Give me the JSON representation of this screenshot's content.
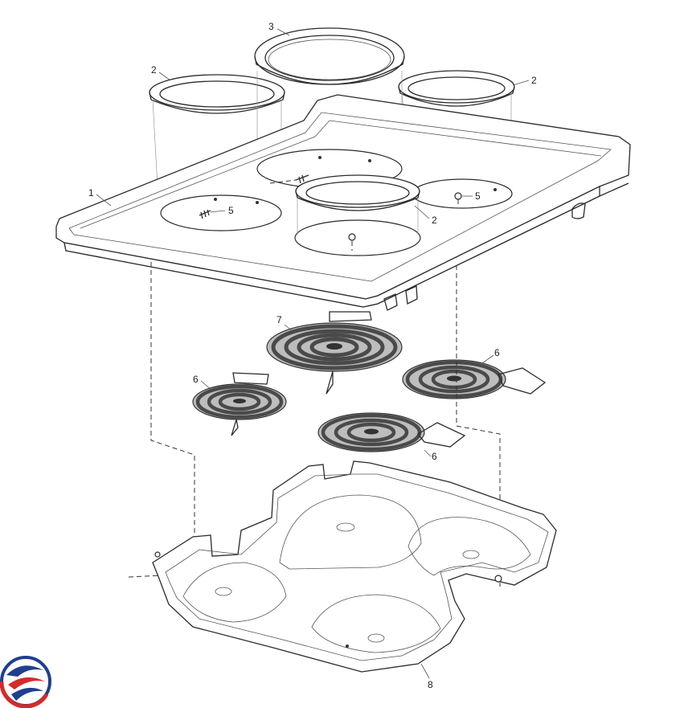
{
  "callouts": {
    "c1": "1",
    "c2a": "2",
    "c2b": "2",
    "c2c": "2",
    "c3": "3",
    "c5a": "5",
    "c5b": "5",
    "c6a": "6",
    "c6b": "6",
    "c6c": "6",
    "c7": "7",
    "c8": "8"
  },
  "colors": {
    "logo_blue": "#1f3f8f",
    "logo_red": "#d42a2a"
  },
  "icons": {
    "logo": "brand-swirl-logo-icon"
  }
}
